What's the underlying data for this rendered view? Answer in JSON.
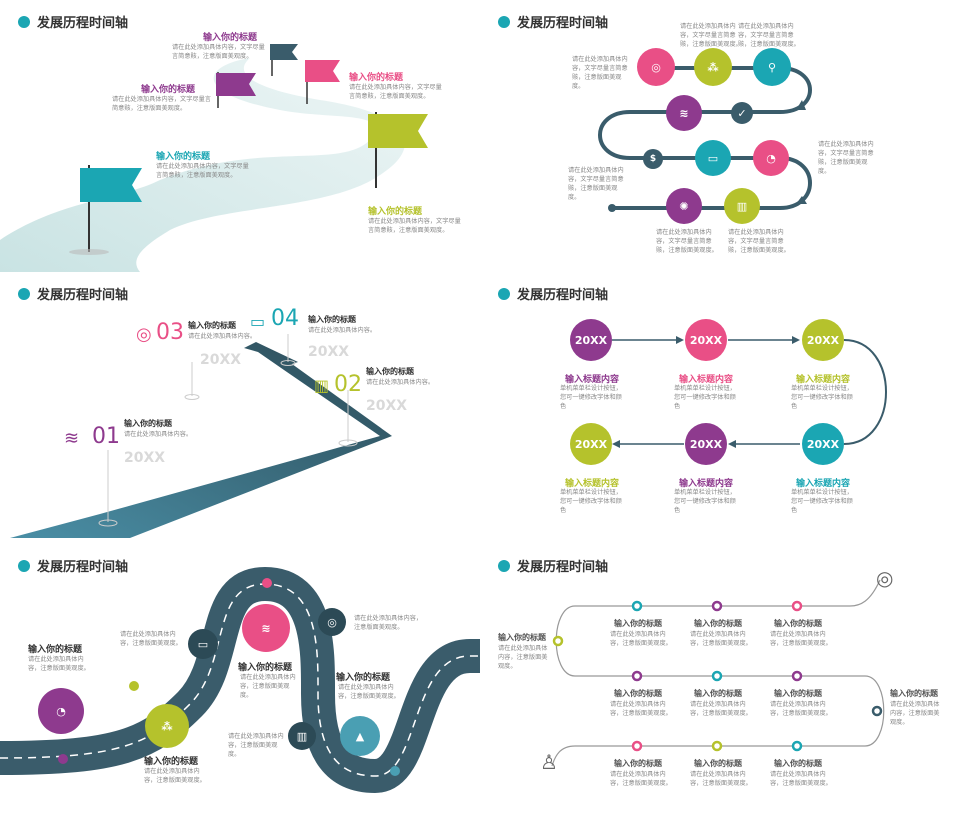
{
  "section_title": "发展历程时间轴",
  "colors": {
    "teal": "#1ba6b3",
    "pink": "#e94f86",
    "purple": "#8e3a8e",
    "green": "#b5c22c",
    "navy": "#3a5c6b",
    "gray": "#888888"
  },
  "p1": {
    "items": [
      {
        "title": "输入你的标题",
        "body": "请在此处添加具体内容，文字尽量言简意赅，注意版面美观度。"
      },
      {
        "title": "输入你的标题",
        "body": "请在此处添加具体内容，文字尽量言简意赅，注意版面美观度。"
      },
      {
        "title": "输入你的标题",
        "body": "请在此处添加具体内容，文字尽量言简意赅，注意版面美观度。"
      },
      {
        "title": "输入你的标题",
        "body": "请在此处添加具体内容，文字尽量言简意赅，注意版面美观度。"
      },
      {
        "title": "输入你的标题",
        "body": "请在此处添加具体内容，文字尽量言简意赅，注意版面美观度。"
      }
    ]
  },
  "p2": {
    "texts": [
      "请在此处添加具体内容，文字尽量言简意赅，注意版面美观度。",
      "请在此处添加具体内容，文字尽量言简意赅，注意版面美观度。",
      "请在此处添加具体内容，文字尽量言简意赅，注意版面美观度。",
      "请在此处添加具体内容，文字尽量言简意赅，注意版面美观度。",
      "请在此处添加具体内容，文字尽量言简意赅，注意版面美观度。",
      "请在此处添加具体内容，文字尽量言简意赅，注意版面美观度。",
      "请在此处添加具体内容，文字尽量言简意赅，注意版面美观度。"
    ]
  },
  "p3": {
    "steps": [
      {
        "num": "01",
        "title": "输入你的标题",
        "body": "请在此处添加具体内容。",
        "year": "20XX"
      },
      {
        "num": "02",
        "title": "输入你的标题",
        "body": "请在此处添加具体内容。",
        "year": "20XX"
      },
      {
        "num": "03",
        "title": "输入你的标题",
        "body": "请在此处添加具体内容。",
        "year": "20XX"
      },
      {
        "num": "04",
        "title": "输入你的标题",
        "body": "请在此处添加具体内容。",
        "year": "20XX"
      }
    ]
  },
  "p4": {
    "nodes": [
      {
        "year": "20XX",
        "title": "输入标题内容",
        "body": "单机菜单栏设计按钮，您可一键修改字体和颜色"
      },
      {
        "year": "20XX",
        "title": "输入标题内容",
        "body": "单机菜单栏设计按钮，您可一键修改字体和颜色"
      },
      {
        "year": "20XX",
        "title": "输入标题内容",
        "body": "单机菜单栏设计按钮，您可一键修改字体和颜色"
      },
      {
        "year": "20XX",
        "title": "输入标题内容",
        "body": "单机菜单栏设计按钮，您可一键修改字体和颜色"
      },
      {
        "year": "20XX",
        "title": "输入标题内容",
        "body": "单机菜单栏设计按钮，您可一键修改字体和颜色"
      },
      {
        "year": "20XX",
        "title": "输入标题内容",
        "body": "单机菜单栏设计按钮，您可一键修改字体和颜色"
      }
    ]
  },
  "p5": {
    "items": [
      {
        "title": "输入你的标题",
        "body": "请在此处添加具体内容，注意版面美观度。"
      },
      {
        "title": "输入你的标题",
        "body": "请在此处添加具体内容，注意版面美观度。"
      },
      {
        "title": "输入你的标题",
        "body": "请在此处添加具体内容，注意版面美观度。"
      },
      {
        "title": "输入你的标题",
        "body": "请在此处添加具体内容，注意版面美观度。"
      }
    ],
    "texts": [
      "请在此处添加具体内容，注意版面美观度。",
      "请在此处添加具体内容，注意版面美观度。",
      "请在此处添加具体内容，注意版面美观度。"
    ]
  },
  "p6": {
    "items": [
      {
        "title": "输入你的标题",
        "body": "请在此处添加具体内容，注意版面美观度。"
      },
      {
        "title": "输入你的标题",
        "body": "请在此处添加具体内容，注意版面美观度。"
      },
      {
        "title": "输入你的标题",
        "body": "请在此处添加具体内容，注意版面美观度。"
      },
      {
        "title": "输入你的标题",
        "body": "请在此处添加具体内容，注意版面美观度。"
      },
      {
        "title": "输入你的标题",
        "body": "请在此处添加具体内容，注意版面美观度。"
      },
      {
        "title": "输入你的标题",
        "body": "请在此处添加具体内容，注意版面美观度。"
      },
      {
        "title": "输入你的标题",
        "body": "请在此处添加具体内容，注意版面美观度。"
      },
      {
        "title": "输入你的标题",
        "body": "请在此处添加具体内容，注意版面美观度。"
      },
      {
        "title": "输入你的标题",
        "body": "请在此处添加具体内容，注意版面美观度。"
      },
      {
        "title": "输入你的标题",
        "body": "请在此处添加具体内容，注意版面美观度。"
      },
      {
        "title": "输入你的标题",
        "body": "请在此处添加具体内容，注意版面美观度。"
      }
    ]
  }
}
